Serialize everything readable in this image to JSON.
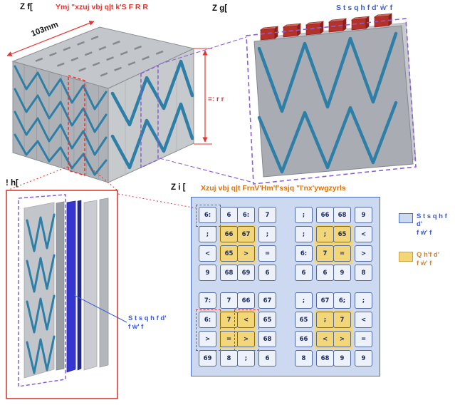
{
  "panel_a": {
    "label": "Z f[",
    "title": "Ymj \"xzuj vbj q|t k'S F R R",
    "dim_top": "103mm",
    "dim_right": "=: r r"
  },
  "panel_b": {
    "label": "Z g[",
    "title": "S t s q h f d' ẇ' f"
  },
  "panel_c": {
    "label": "! h[",
    "callout_line1": "S t s q h f d'",
    "callout_line2": "f ẇ' f"
  },
  "panel_d": {
    "label": "Z i [",
    "title": "Xzuj vbj q|t FrnV'Hm'f'ssjq \"I'nx'ywgzyrls",
    "legend": [
      {
        "line1": "S t s q h f d'",
        "line2": "f ẇ' f",
        "swatch": "#cdd9f1",
        "swatch_border": "#4a6fb5",
        "text_color": "#3b5bd6"
      },
      {
        "line1": "Q h'f d'",
        "line2": "f ẇ' f",
        "swatch": "#f3d678",
        "swatch_border": "#c9a43c",
        "text_color": "#d9822b"
      }
    ],
    "grid": {
      "quadrants": [
        {
          "id": "tl",
          "yellow": true,
          "red_top": true,
          "rows": [
            [
              "6:",
              "6",
              "6:",
              "7"
            ],
            [
              ";",
              "66",
              "67",
              ";"
            ],
            [
              "<",
              "65",
              ">",
              "="
            ],
            [
              "9",
              "68",
              "69",
              "6"
            ]
          ]
        },
        {
          "id": "tr",
          "yellow": true,
          "rows": [
            [
              ";",
              "66",
              "68",
              "9"
            ],
            [
              ";",
              ";",
              "65",
              "<"
            ],
            [
              "6:",
              "7",
              "=",
              ">"
            ],
            [
              "6",
              "6",
              "9",
              "8"
            ]
          ]
        },
        {
          "id": "bl",
          "yellow": true,
          "red_s1": true,
          "red_p2": true,
          "rows": [
            [
              "7:",
              "7",
              "66",
              "67"
            ],
            [
              "6:",
              "7",
              "<",
              "65"
            ],
            [
              ">",
              "=",
              ">",
              "68"
            ],
            [
              "69",
              "8",
              ";",
              "6"
            ]
          ]
        },
        {
          "id": "br",
          "yellow": true,
          "rows": [
            [
              ";",
              "67",
              "6;",
              ";"
            ],
            [
              "65",
              ";",
              "7",
              "<"
            ],
            [
              "66",
              "<",
              ">",
              "="
            ],
            [
              "8",
              "68",
              "9",
              "9"
            ]
          ]
        }
      ]
    }
  },
  "colors": {
    "accent_red": "#e8322e",
    "accent_purple": "#8a5fd4",
    "cable_blue": "#2e7fa8",
    "bar_blue": "#3535cf",
    "grid_bg": "#cdd9f1",
    "active_yellow": "#f3d678",
    "title_orange": "#d9730d"
  }
}
